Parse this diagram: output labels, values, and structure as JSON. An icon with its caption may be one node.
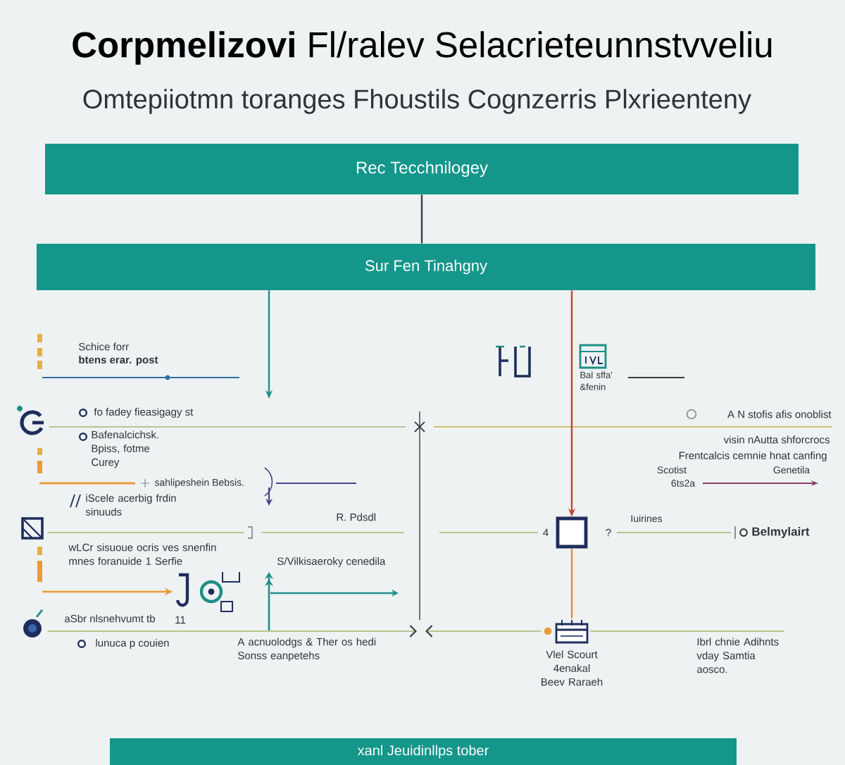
{
  "diagram": {
    "title": "**Corpmelizovi** Fl/ralev Selacrieteunnstvveliu",
    "nodes": [
      {
        "text": [
          "Rec Tecchnilogey"
        ]
      },
      {
        "text": [
          "Sur Fen Tinahgny"
        ]
      },
      {
        "text": [],
        "shape": "box",
        "beside": [
          "4",
          "?"
        ]
      },
      {
        "text": [],
        "shape": "picture"
      },
      {
        "text": [],
        "shape": "picture"
      },
      {
        "text": [
          "xanl Jeuidinllps tober"
        ]
      }
    ],
    "edges": [
      {
        "from": 0,
        "to": 1,
        "arrow": "none"
      },
      {
        "from": 1,
        "to": null,
        "arrow": "to",
        "color": "#1e8f86"
      },
      {
        "from": 1,
        "to": 2,
        "arrow": "to",
        "color": "#c8432e"
      },
      {
        "from": 2,
        "to": 4,
        "arrow": "none",
        "color": "#e38b3a"
      },
      {
        "from": null,
        "to": 3,
        "arrow": "to",
        "color": "#eb9a3a"
      }
    ],
    "labels": [
      "Omtepiiotmn toranges Fhoustils Cognzerris Plxrieenteny",
      "Schice forr",
      "btens erar. post",
      "Bal sffa' &fenin",
      "fo fadey fieasigagy st",
      "A N stofis afis onoblist",
      "Bafenalcichsk. Bpiss, fotme Curey",
      "visin nAutta shforcrocs",
      "Frentcalcis cemnie hnat canfing",
      "Scotist",
      "Genetila",
      "6ts2a",
      "sahlipeshein Bebsis.",
      "iScele acerbig frdin sinuuds",
      "R. Pdsdl",
      "Iuirines",
      "Belmylairt",
      "wLCr sisuoue ocris ves snenfin mnes foranuide 1 Serfie",
      "S/Vilkisaeroky cenedila",
      "aSbr nlsnehvumt tb",
      "11",
      "A acnuolodgs & Ther os hedi Sonss eanpetehs",
      "Ibrl chnie Adihnts vday Samtia aosco.",
      "lunuca p couien",
      "Vlel Scourt 4enakal Beev Raraeh"
    ]
  }
}
